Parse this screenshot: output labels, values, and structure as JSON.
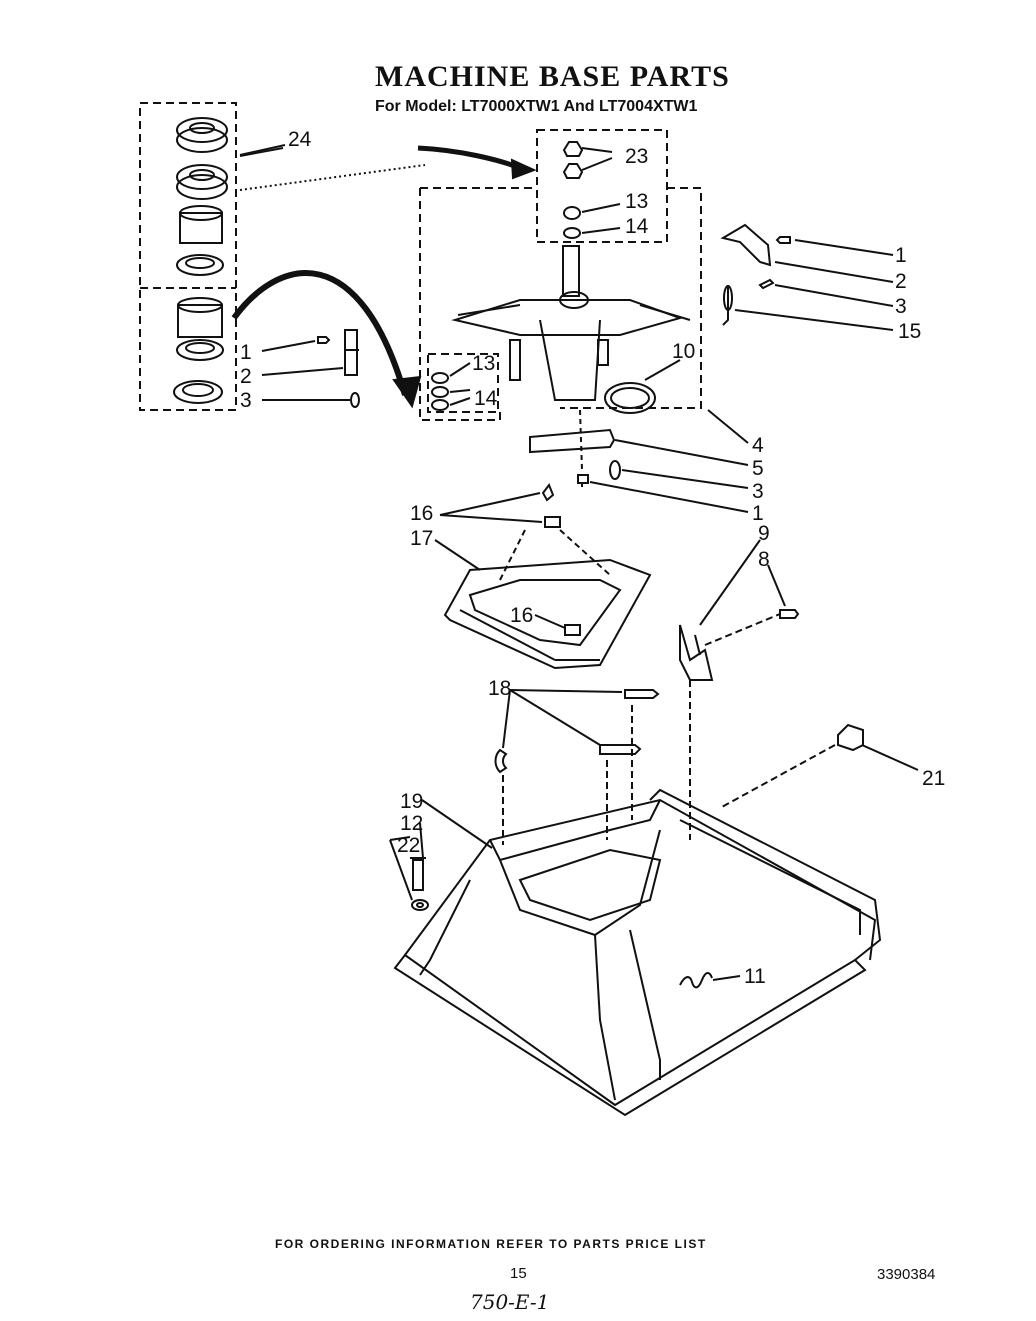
{
  "header": {
    "title": "MACHINE BASE PARTS",
    "subtitle": "For Model: LT7000XTW1 And LT7004XTW1"
  },
  "callouts": {
    "c24": "24",
    "c23": "23",
    "c13a": "13",
    "c14a": "14",
    "c1a": "1",
    "c2a": "2",
    "c3a": "3",
    "c15": "15",
    "c1b": "1",
    "c2b": "2",
    "c3b": "3",
    "c13b": "13",
    "c14b": "14",
    "c10": "10",
    "c4": "4",
    "c5": "5",
    "c3c": "3",
    "c1c": "1",
    "c16a": "16",
    "c17": "17",
    "c16b": "16",
    "c9": "9",
    "c8": "8",
    "c18": "18",
    "c21": "21",
    "c19": "19",
    "c12": "12",
    "c22": "22",
    "c11": "11"
  },
  "footer": {
    "ordering_note": "FOR ORDERING INFORMATION REFER TO PARTS PRICE LIST",
    "page_number": "15",
    "document_number": "3390384",
    "handwritten_note": "750-E-1"
  }
}
